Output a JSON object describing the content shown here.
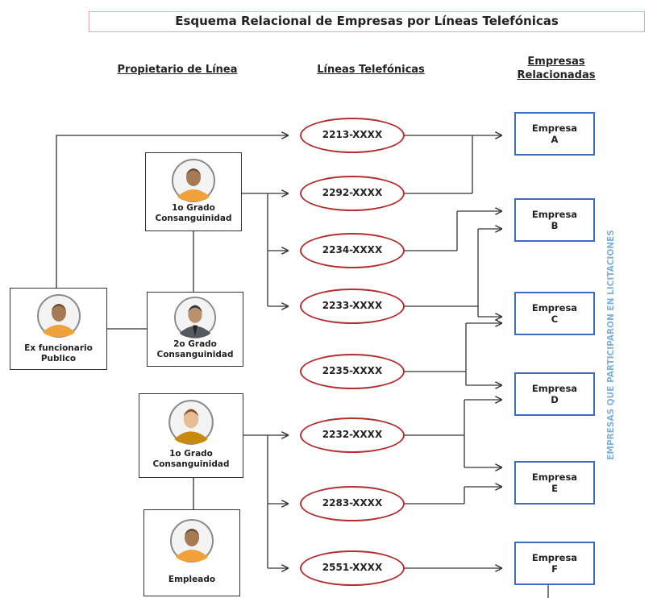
{
  "title": "Esquema Relacional de Empresas por Líneas Telefónicas",
  "columns": {
    "owners": "Propietario de Línea",
    "lines": "Líneas Telefónicas",
    "companies": "Empresas\nRelacionadas"
  },
  "side_note": "EMPRESAS QUE PARTICIPARON EN LICITACIONES",
  "people": {
    "grado1_a": "1o Grado\nConsanguinidad",
    "grado2": "2o Grado\nConsanguinidad",
    "ex_funcionario": "Ex funcionario\nPublico",
    "grado1_b": "1o Grado\nConsanguinidad",
    "empleado": "Empleado"
  },
  "lines": [
    "2213-XXXX",
    "2292-XXXX",
    "2234-XXXX",
    "2233-XXXX",
    "2235-XXXX",
    "2232-XXXX",
    "2283-XXXX",
    "2551-XXXX"
  ],
  "companies": [
    "Empresa\nA",
    "Empresa\nB",
    "Empresa\nC",
    "Empresa\nD",
    "Empresa\nE",
    "Empresa\nF"
  ],
  "colors": {
    "phone_border": "#b03030",
    "company_border": "#3a6fbf",
    "title_border": "#e3a8a8",
    "side_note": "#7fb0db"
  }
}
